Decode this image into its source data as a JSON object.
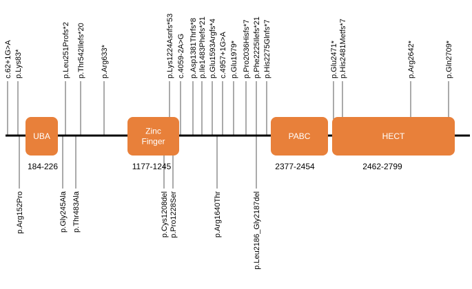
{
  "domains": [
    {
      "label": "UBA",
      "range": "184-226"
    },
    {
      "label": "Zinc Finger",
      "range": "1177-1245"
    },
    {
      "label": "PABC",
      "range": "2377-2454"
    },
    {
      "label": "HECT",
      "range": "2462-2799"
    }
  ],
  "variants_above": [
    "c.62+1G>A",
    "p.Lys83*",
    "p.Leu251Profs*2",
    "p.Thr542Ilefs*20",
    "p.Arg633*",
    "p.Lys1224Asnfs*53",
    "c.4059-2A>G",
    "p.Asp1381Thrfs*8",
    "p.Ile1483Phefs*21",
    "p.Glu1593Argfs*4",
    "c.4957+1G>A",
    "p.Glu1979*",
    "p.Pro2036Hisfs*7",
    "p.Phe2225Ilefs*21",
    "p.His2275Glnfs*7",
    "p.Glu2471*",
    "p.His2481Metfs*7",
    "p.Arg2642*",
    "p.Gln2709*"
  ],
  "variants_below": [
    "p.Arg152Pro",
    "p.Gly245Ala",
    "p.Thr483Ala",
    "p.Cys1208del",
    "p.Pro1228Ser",
    "p.Arg1640Thr",
    "p.Leu2186_Gly2187del"
  ]
}
